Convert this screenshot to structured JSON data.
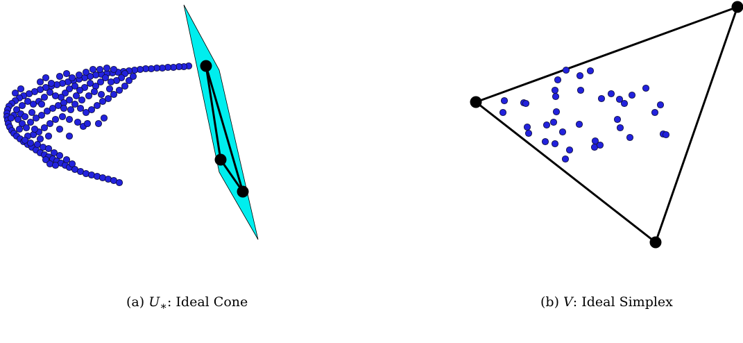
{
  "panels": [
    {
      "id": "a",
      "caption": {
        "label": "(a)",
        "symbol": "U",
        "subscript": "∗",
        "text": ": Ideal Cone"
      },
      "vertices": [
        [
          297,
          95
        ],
        [
          318,
          230
        ],
        [
          350,
          276
        ]
      ],
      "plane": [
        [
          265,
          7
        ],
        [
          316,
          101
        ],
        [
          372,
          345
        ],
        [
          316,
          248
        ]
      ],
      "points": [
        [
          272,
          95
        ],
        [
          265,
          96
        ],
        [
          258,
          96
        ],
        [
          250,
          97
        ],
        [
          242,
          97
        ],
        [
          234,
          98
        ],
        [
          226,
          98
        ],
        [
          218,
          99
        ],
        [
          210,
          99
        ],
        [
          202,
          100
        ],
        [
          194,
          101
        ],
        [
          186,
          102
        ],
        [
          178,
          103
        ],
        [
          170,
          104
        ],
        [
          162,
          105
        ],
        [
          154,
          106
        ],
        [
          146,
          107
        ],
        [
          138,
          108
        ],
        [
          130,
          110
        ],
        [
          122,
          112
        ],
        [
          114,
          114
        ],
        [
          106,
          116
        ],
        [
          98,
          118
        ],
        [
          90,
          120
        ],
        [
          82,
          122
        ],
        [
          74,
          124
        ],
        [
          66,
          126
        ],
        [
          58,
          129
        ],
        [
          50,
          132
        ],
        [
          42,
          135
        ],
        [
          34,
          138
        ],
        [
          28,
          141
        ],
        [
          22,
          145
        ],
        [
          17,
          149
        ],
        [
          13,
          153
        ],
        [
          11,
          158
        ],
        [
          10,
          163
        ],
        [
          10,
          168
        ],
        [
          11,
          173
        ],
        [
          12,
          178
        ],
        [
          14,
          183
        ],
        [
          17,
          188
        ],
        [
          20,
          192
        ],
        [
          24,
          196
        ],
        [
          29,
          200
        ],
        [
          34,
          204
        ],
        [
          40,
          208
        ],
        [
          46,
          212
        ],
        [
          52,
          216
        ],
        [
          58,
          220
        ],
        [
          64,
          223
        ],
        [
          70,
          226
        ],
        [
          76,
          229
        ],
        [
          82,
          232
        ],
        [
          88,
          235
        ],
        [
          94,
          238
        ],
        [
          100,
          241
        ],
        [
          108,
          244
        ],
        [
          116,
          247
        ],
        [
          124,
          250
        ],
        [
          132,
          252
        ],
        [
          140,
          254
        ],
        [
          148,
          256
        ],
        [
          156,
          258
        ],
        [
          164,
          260
        ],
        [
          172,
          263
        ],
        [
          180,
          106
        ],
        [
          175,
          112
        ],
        [
          168,
          116
        ],
        [
          160,
          118
        ],
        [
          152,
          112
        ],
        [
          145,
          118
        ],
        [
          138,
          124
        ],
        [
          130,
          120
        ],
        [
          122,
          126
        ],
        [
          115,
          130
        ],
        [
          108,
          124
        ],
        [
          100,
          128
        ],
        [
          94,
          134
        ],
        [
          88,
          140
        ],
        [
          80,
          138
        ],
        [
          72,
          133
        ],
        [
          64,
          140
        ],
        [
          56,
          146
        ],
        [
          48,
          150
        ],
        [
          40,
          146
        ],
        [
          32,
          152
        ],
        [
          24,
          158
        ],
        [
          20,
          166
        ],
        [
          26,
          172
        ],
        [
          32,
          178
        ],
        [
          38,
          184
        ],
        [
          44,
          176
        ],
        [
          52,
          170
        ],
        [
          60,
          166
        ],
        [
          68,
          160
        ],
        [
          76,
          156
        ],
        [
          84,
          152
        ],
        [
          92,
          148
        ],
        [
          100,
          144
        ],
        [
          108,
          150
        ],
        [
          116,
          156
        ],
        [
          124,
          162
        ],
        [
          132,
          158
        ],
        [
          140,
          152
        ],
        [
          148,
          146
        ],
        [
          156,
          142
        ],
        [
          164,
          136
        ],
        [
          172,
          130
        ],
        [
          180,
          124
        ],
        [
          186,
          116
        ],
        [
          192,
          110
        ],
        [
          120,
          182
        ],
        [
          126,
          178
        ],
        [
          112,
          176
        ],
        [
          100,
          172
        ],
        [
          90,
          168
        ],
        [
          80,
          172
        ],
        [
          72,
          178
        ],
        [
          64,
          184
        ],
        [
          56,
          190
        ],
        [
          48,
          194
        ],
        [
          40,
          196
        ],
        [
          36,
          202
        ],
        [
          44,
          206
        ],
        [
          54,
          208
        ],
        [
          62,
          212
        ],
        [
          70,
          214
        ],
        [
          78,
          220
        ],
        [
          86,
          224
        ],
        [
          96,
          230
        ],
        [
          104,
          236
        ],
        [
          66,
          230
        ],
        [
          72,
          236
        ],
        [
          80,
          238
        ],
        [
          58,
          200
        ],
        [
          50,
          186
        ],
        [
          30,
          164
        ],
        [
          16,
          170
        ],
        [
          22,
          134
        ],
        [
          30,
          128
        ],
        [
          58,
          118
        ],
        [
          66,
          112
        ],
        [
          74,
          120
        ],
        [
          86,
          110
        ],
        [
          96,
          106
        ],
        [
          104,
          112
        ],
        [
          114,
          108
        ],
        [
          124,
          104
        ],
        [
          134,
          100
        ],
        [
          144,
          100
        ],
        [
          154,
          98
        ],
        [
          164,
          100
        ],
        [
          110,
          138
        ],
        [
          102,
          158
        ],
        [
          92,
          156
        ],
        [
          150,
          170
        ],
        [
          142,
          178
        ],
        [
          86,
          186
        ],
        [
          100,
          196
        ],
        [
          70,
          196
        ],
        [
          46,
          162
        ],
        [
          36,
          168
        ],
        [
          128,
          138
        ],
        [
          118,
          144
        ],
        [
          136,
          132
        ],
        [
          158,
          128
        ],
        [
          146,
          136
        ],
        [
          60,
          150
        ],
        [
          28,
          186
        ]
      ]
    },
    {
      "id": "b",
      "caption": {
        "label": "(b)",
        "symbol": "V",
        "subscript": "",
        "text": ": Ideal Simplex"
      },
      "vertices": [
        [
          686,
          147
        ],
        [
          1063,
          10
        ],
        [
          945,
          349
        ]
      ],
      "points": [
        [
          816,
          101
        ],
        [
          836,
          109
        ],
        [
          851,
          102
        ],
        [
          804,
          115
        ],
        [
          837,
          130
        ],
        [
          727,
          145
        ],
        [
          755,
          148
        ],
        [
          758,
          149
        ],
        [
          800,
          130
        ],
        [
          801,
          139
        ],
        [
          867,
          142
        ],
        [
          881,
          135
        ],
        [
          893,
          143
        ],
        [
          900,
          149
        ],
        [
          911,
          137
        ],
        [
          931,
          127
        ],
        [
          952,
          151
        ],
        [
          944,
          162
        ],
        [
          890,
          172
        ],
        [
          725,
          162
        ],
        [
          802,
          161
        ],
        [
          788,
          180
        ],
        [
          798,
          176
        ],
        [
          811,
          190
        ],
        [
          835,
          179
        ],
        [
          894,
          184
        ],
        [
          760,
          183
        ],
        [
          762,
          192
        ],
        [
          786,
          204
        ],
        [
          800,
          207
        ],
        [
          821,
          216
        ],
        [
          857,
          212
        ],
        [
          865,
          209
        ],
        [
          858,
          203
        ],
        [
          908,
          198
        ],
        [
          956,
          193
        ],
        [
          960,
          194
        ],
        [
          815,
          229
        ]
      ]
    }
  ],
  "colors": {
    "point_fill": "#2222dd",
    "point_stroke": "#101048",
    "vertex_fill": "#000000",
    "edge_stroke": "#000000",
    "plane_fill": "#00eeee",
    "plane_stroke": "#000000"
  }
}
